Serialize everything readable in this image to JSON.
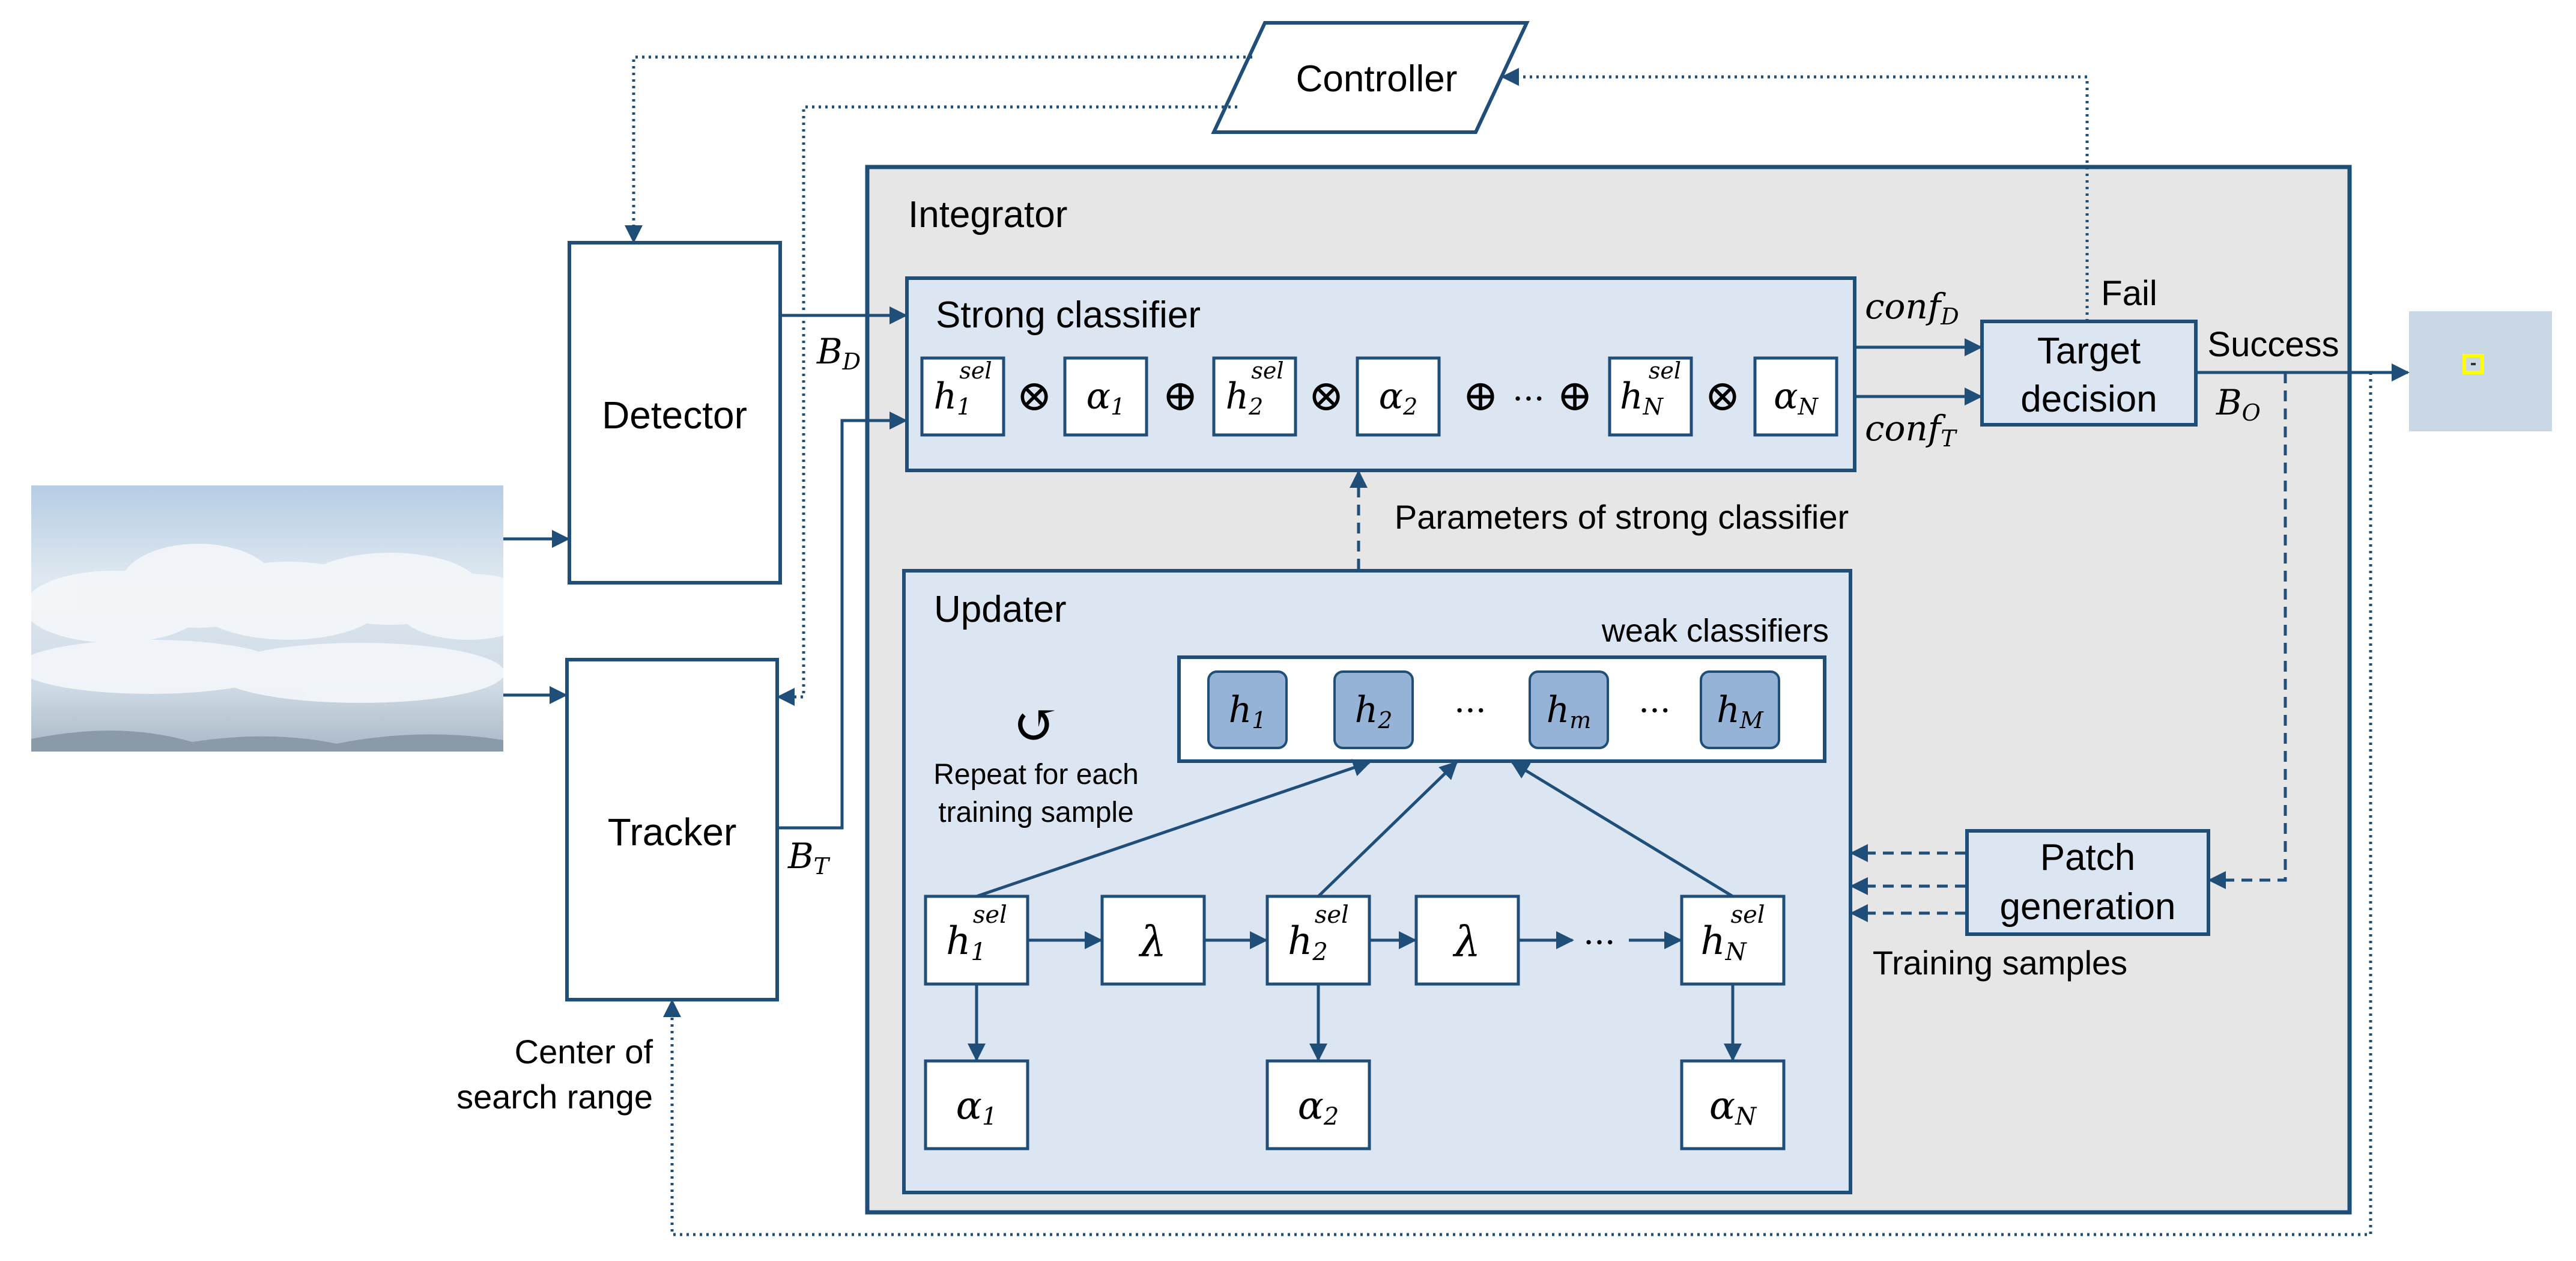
{
  "labels": {
    "controller": "Controller",
    "detector": "Detector",
    "tracker": "Tracker",
    "integrator": "Integrator",
    "strong_classifier": "Strong classifier",
    "target_decision_line1": "Target",
    "target_decision_line2": "decision",
    "fail": "Fail",
    "success": "Success",
    "params": "Parameters of strong classifier",
    "updater": "Updater",
    "weak_classifiers": "weak classifiers",
    "repeat_icon": "↺",
    "repeat_line1": "Repeat for each",
    "repeat_line2": "training sample",
    "patch_line1": "Patch",
    "patch_line2": "generation",
    "training_samples": "Training samples",
    "center_line1": "Center of",
    "center_line2": "search range"
  },
  "math": {
    "b_d": {
      "base": "B",
      "sub": "D"
    },
    "b_t": {
      "base": "B",
      "sub": "T"
    },
    "b_o": {
      "base": "B",
      "sub": "O"
    },
    "conf_d": {
      "base": "conf",
      "sub": "D"
    },
    "conf_t": {
      "base": "conf",
      "sub": "T"
    },
    "strong_terms": [
      {
        "base": "h",
        "sub": "1",
        "sup": "sel"
      },
      {
        "base": "α",
        "sub": "1"
      },
      {
        "base": "h",
        "sub": "2",
        "sup": "sel"
      },
      {
        "base": "α",
        "sub": "2"
      },
      {
        "base": "h",
        "sub": "N",
        "sup": "sel"
      },
      {
        "base": "α",
        "sub": "N"
      }
    ],
    "weak": [
      {
        "base": "h",
        "sub": "1"
      },
      {
        "base": "h",
        "sub": "2"
      },
      {
        "base": "h",
        "sub": "m"
      },
      {
        "base": "h",
        "sub": "M"
      }
    ],
    "updater_sel": [
      {
        "base": "h",
        "sub": "1",
        "sup": "sel"
      },
      {
        "base": "h",
        "sub": "2",
        "sup": "sel"
      },
      {
        "base": "h",
        "sub": "N",
        "sup": "sel"
      }
    ],
    "lambda": "λ",
    "alphas": [
      {
        "base": "α",
        "sub": "1"
      },
      {
        "base": "α",
        "sub": "2"
      },
      {
        "base": "α",
        "sub": "N"
      }
    ],
    "otimes": "⊗",
    "oplus": "⊕",
    "ellipsis": "···"
  },
  "colors": {
    "stroke": "#1f4e79",
    "integrator_bg": "#e6e6e6",
    "inner_bg": "#dce6f2",
    "weak_bg": "#95b3d7",
    "highlight": "#ffff00"
  },
  "images": {
    "input": "sky-clouds-photo",
    "output": "cropped-sky-with-target-box"
  }
}
